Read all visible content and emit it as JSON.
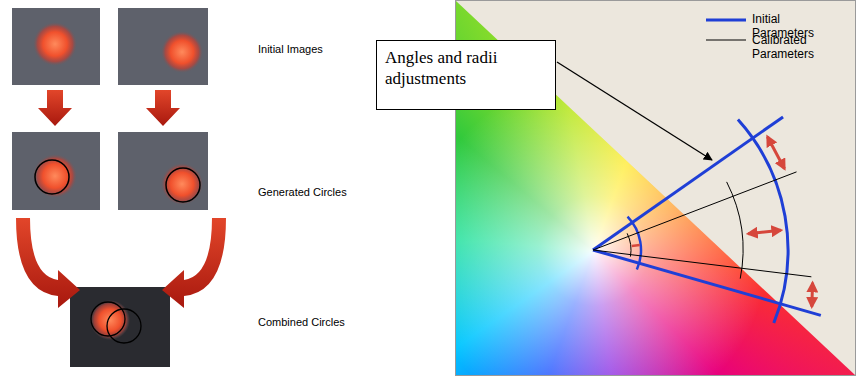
{
  "diagram": {
    "nodes": [
      {
        "text": [
          "Angles and radii adjustments"
        ]
      }
    ],
    "labels": [
      "Initial Images",
      "Generated Circles",
      "Combined Circles"
    ],
    "legend": [
      {
        "text": "Initial Parameters"
      },
      {
        "text": "Calibrated Parameters"
      }
    ]
  }
}
